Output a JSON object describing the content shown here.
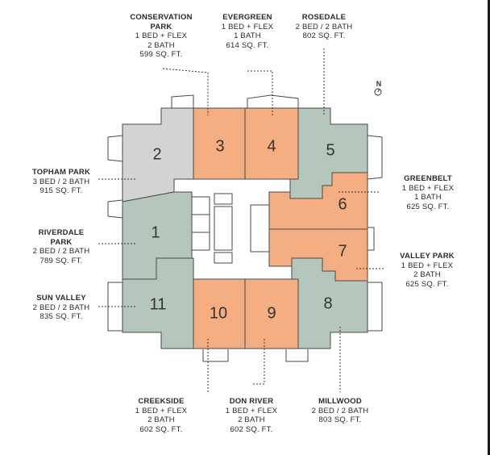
{
  "colors": {
    "orange": "#f5ad82",
    "green": "#b5c6bd",
    "gray": "#d3d3d3",
    "line": "#4a4a4a"
  },
  "compass": {
    "letter": "N"
  },
  "units": [
    {
      "num": "1"
    },
    {
      "num": "2"
    },
    {
      "num": "3"
    },
    {
      "num": "4"
    },
    {
      "num": "5"
    },
    {
      "num": "6"
    },
    {
      "num": "7"
    },
    {
      "num": "8"
    },
    {
      "num": "9"
    },
    {
      "num": "10"
    },
    {
      "num": "11"
    }
  ],
  "labels": {
    "conservation_park": {
      "name1": "CONSERVATION",
      "name2": "PARK",
      "l1": "1 BED + FLEX",
      "l2": "2 BATH",
      "l3": "599 SQ. FT."
    },
    "evergreen": {
      "name": "EVERGREEN",
      "l1": "1 BED + FLEX",
      "l2": "1 BATH",
      "l3": "614 SQ. FT."
    },
    "rosedale": {
      "name": "ROSEDALE",
      "l1": "2 BED / 2 BATH",
      "l2": "802 SQ. FT."
    },
    "topham_park": {
      "name": "TOPHAM PARK",
      "l1": "3 BED / 2 BATH",
      "l2": "915 SQ. FT."
    },
    "greenbelt": {
      "name": "GREENBELT",
      "l1": "1 BED + FLEX",
      "l2": "1 BATH",
      "l3": "625 SQ. FT."
    },
    "riverdale_park": {
      "name1": "RIVERDALE",
      "name2": "PARK",
      "l1": "2 BED / 2 BATH",
      "l2": "789 SQ. FT."
    },
    "valley_park": {
      "name": "VALLEY PARK",
      "l1": "1 BED + FLEX",
      "l2": "2 BATH",
      "l3": "625 SQ. FT."
    },
    "sun_valley": {
      "name": "SUN VALLEY",
      "l1": "2 BED / 2 BATH",
      "l2": "835 SQ. FT."
    },
    "creekside": {
      "name": "CREEKSIDE",
      "l1": "1 BED + FLEX",
      "l2": "2 BATH",
      "l3": "602 SQ. FT."
    },
    "don_river": {
      "name": "DON RIVER",
      "l1": "1 BED + FLEX",
      "l2": "2 BATH",
      "l3": "602 SQ. FT."
    },
    "millwood": {
      "name": "MILLWOOD",
      "l1": "2 BED / 2 BATH",
      "l2": "803 SQ. FT."
    }
  }
}
